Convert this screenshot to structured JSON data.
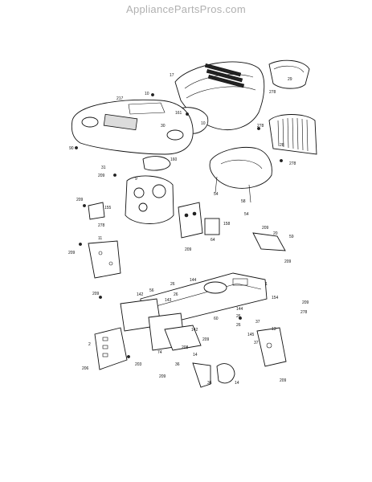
{
  "watermark": "AppliancePartsPros.com",
  "labels": {
    "l17": "17",
    "l10a": "10",
    "l217": "217",
    "l161": "161",
    "l10b": "10",
    "l30": "30",
    "l90": "90",
    "l29": "29",
    "l278a": "278",
    "l278b": "278",
    "l28": "28",
    "l278c": "278",
    "l160": "160",
    "l31": "31",
    "l209a": "209",
    "l9": "9",
    "l54a": "54",
    "l58": "58",
    "l54b": "54",
    "l209b": "209",
    "l155": "155",
    "l278d": "278",
    "l158": "158",
    "l209c": "209",
    "l20": "20",
    "l59": "59",
    "l64": "64",
    "l209d": "209",
    "l11": "11",
    "l209e": "209",
    "l209f": "209",
    "l26a": "26",
    "l144a": "144",
    "l26b": "26",
    "l1": "1",
    "l209g": "209",
    "l142a": "142",
    "l56": "56",
    "l143": "143",
    "l154": "154",
    "l209h": "209",
    "l278e": "278",
    "l144b": "144",
    "l60": "60",
    "l26c": "26",
    "l26d": "26",
    "l37a": "37",
    "l37b": "37",
    "l145": "145",
    "l142b": "142",
    "l13": "13",
    "l209i": "209",
    "l74": "74",
    "l209j": "209",
    "l208": "208",
    "l2": "2",
    "l206": "206",
    "l203": "203",
    "l14a": "14",
    "l36a": "36",
    "l209k": "209",
    "l36b": "36",
    "l14b": "14"
  }
}
